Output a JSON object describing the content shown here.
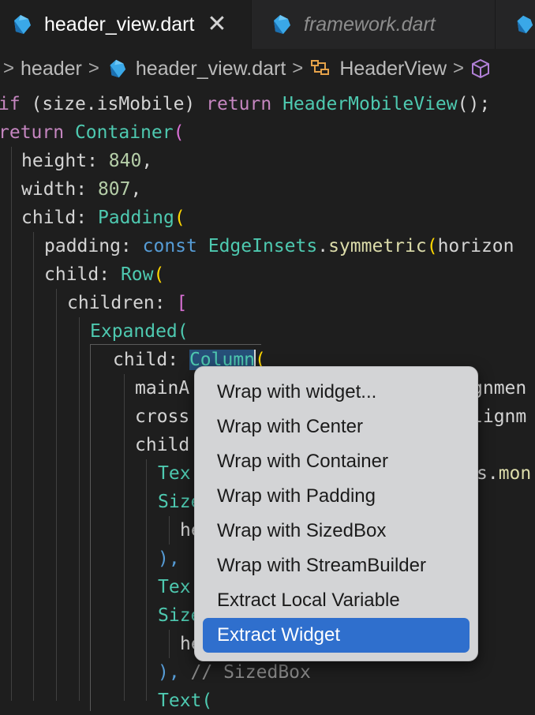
{
  "tabs": [
    {
      "label": "header_view.dart",
      "active": true,
      "icon": "dart-icon",
      "close": "✕"
    },
    {
      "label": "framework.dart",
      "active": false,
      "icon": "dart-icon"
    }
  ],
  "breadcrumb": {
    "items": [
      {
        "label": "header",
        "icon": ""
      },
      {
        "label": "header_view.dart",
        "icon": "dart-icon"
      },
      {
        "label": "HeaderView",
        "icon": "class-icon"
      }
    ]
  },
  "code": {
    "l1_a": "if",
    "l1_b": " (size.isMobile) ",
    "l1_c": "return",
    "l1_d": " ",
    "l1_e": "HeaderMobileView",
    "l1_f": "();",
    "l2_a": "return",
    "l2_b": " ",
    "l2_c": "Container",
    "l2_d": "(",
    "l3_a": "height: ",
    "l3_b": "840",
    "l3_c": ",",
    "l4_a": "width: ",
    "l4_b": "807",
    "l4_c": ",",
    "l5_a": "child: ",
    "l5_b": "Padding",
    "l5_c": "(",
    "l6_a": "padding: ",
    "l6_b": "const",
    "l6_c": " ",
    "l6_d": "EdgeInsets",
    "l6_e": ".",
    "l6_f": "symmetric",
    "l6_g": "(",
    "l6_h": "horizon",
    "l7_a": "child: ",
    "l7_b": "Row",
    "l7_c": "(",
    "l8_a": "children: ",
    "l8_b": "[",
    "l9_a": "Expanded",
    "l9_b": "(",
    "l10_a": "child: ",
    "l10_b": "Column",
    "l10_c": "(",
    "l11_a": "mainA",
    "l11_b": "gnmen",
    "l12_a": "cross",
    "l12_b": "lignm",
    "l13_a": "child",
    "l14_a": "Tex",
    "l14_b": "s.",
    "l14_c": "mon",
    "l15_a": "Size",
    "l16_a": "he",
    "l17_a": "),",
    "l18_a": "Tex",
    "l19_a": "Size",
    "l20_a": "he",
    "l21_a": "), ",
    "l21_b": "// SizedBox",
    "l22_a": "Text("
  },
  "context_menu": {
    "items": [
      {
        "label": "Wrap with widget..."
      },
      {
        "label": "Wrap with Center"
      },
      {
        "label": "Wrap with Container"
      },
      {
        "label": "Wrap with Padding"
      },
      {
        "label": "Wrap with SizedBox"
      },
      {
        "label": "Wrap with StreamBuilder"
      },
      {
        "label": "Extract Local Variable"
      },
      {
        "label": "Extract Widget"
      }
    ],
    "active_index": 7
  },
  "colors": {
    "editor_bg": "#1e1e1e",
    "keyword": "#c586c0",
    "type": "#4ec9b0",
    "number": "#b5cea8",
    "selection": "#264f78",
    "menu_highlight": "#2f6fcd"
  }
}
